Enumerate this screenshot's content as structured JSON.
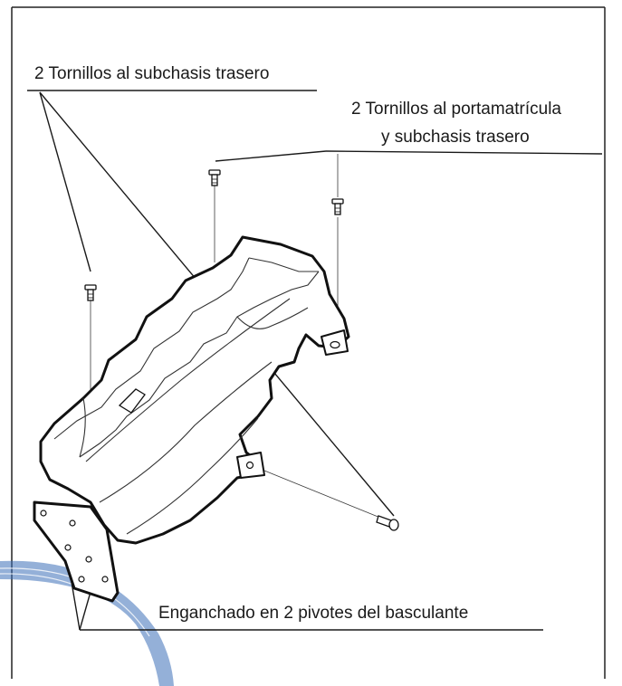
{
  "labels": {
    "subframe_screws": "2 Tornillos al subchasis trasero",
    "plate_screws_line1": "2 Tornillos al portamatrícula",
    "plate_screws_line2": "y subchasis trasero",
    "swingarm_pivots": "Enganchado en 2 pivotes del basculante"
  },
  "icons": {
    "screw": "screw-icon",
    "bolt": "bolt-icon",
    "fender": "rear-fender-icon"
  },
  "colors": {
    "ink": "#1a1a1a",
    "stamp": "#3d6fb8"
  }
}
